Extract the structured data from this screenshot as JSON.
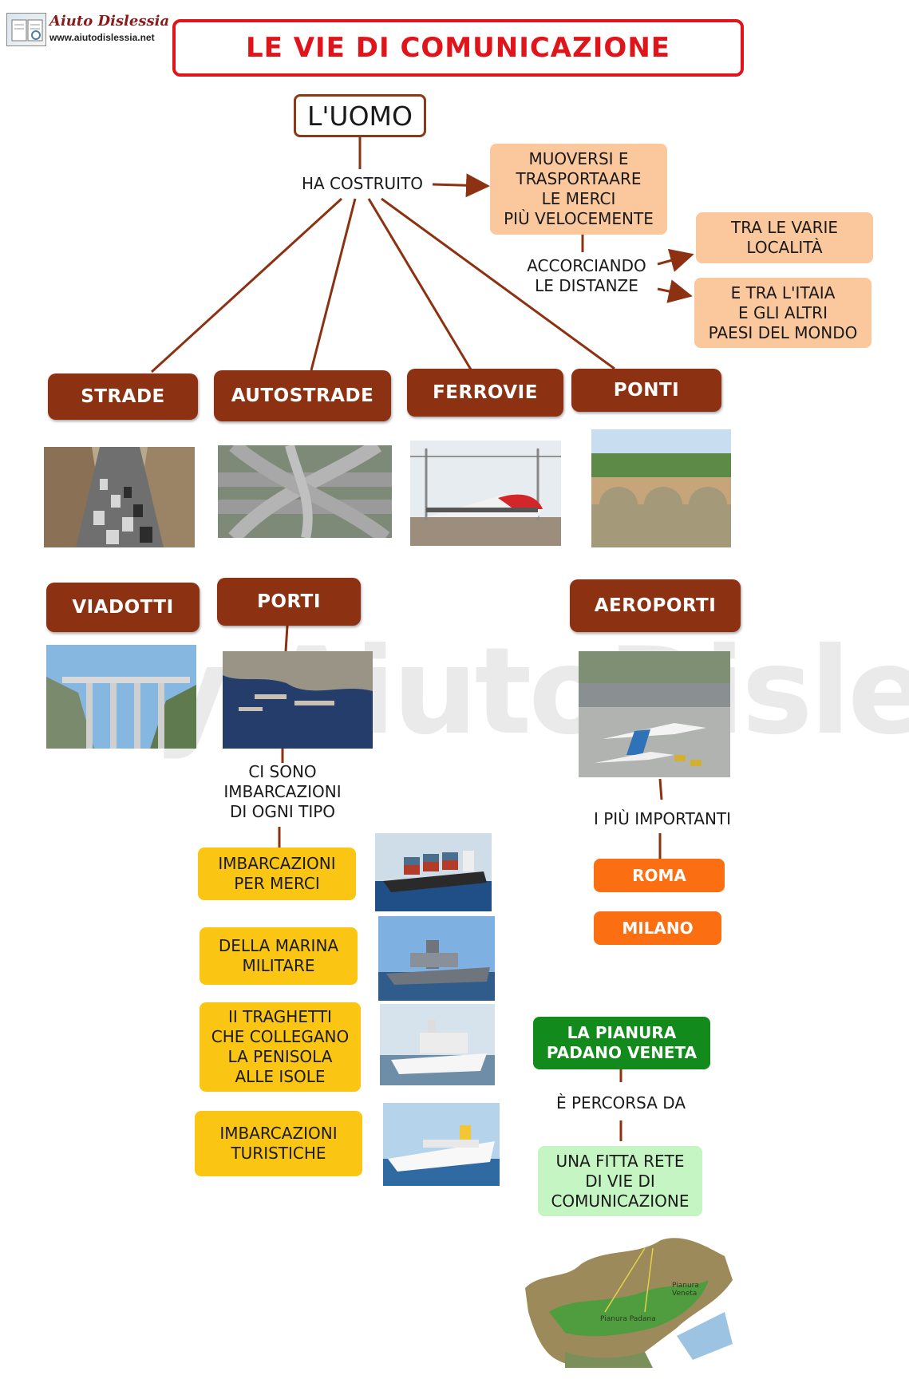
{
  "header": {
    "logo_name": "Aiuto Dislessia",
    "logo_url": "www.aiutodislessia.net",
    "title": "LE VIE DI COMUNICAZIONE"
  },
  "watermark": "By AiutoDislessia.net",
  "root": {
    "label": "L'UOMO",
    "verb": "HA COSTRUITO"
  },
  "purpose": {
    "box": "MUOVERSI E\nTRASPORTAARE\nLE MERCI\nPIÙ VELOCEMENTE",
    "connector": "ACCORCIANDO\nLE DISTANZE",
    "targets": [
      "TRA LE VARIE\nLOCALITÀ",
      "E TRA L'ITAIA\nE  GLI ALTRI\nPAESI DEL MONDO"
    ]
  },
  "categories": {
    "strade": "STRADE",
    "autostrade": "AUTOSTRADE",
    "ferrovie": "FERROVIE",
    "ponti": "PONTI",
    "viadotti": "VIADOTTI",
    "porti": "PORTI",
    "aeroporti": "AEROPORTI"
  },
  "porti_section": {
    "intro": "CI SONO\nIMBARCAZIONI\nDI OGNI TIPO",
    "types": [
      "IMBARCAZIONI\nPER MERCI",
      "DELLA MARINA\nMILITARE",
      "II TRAGHETTI\nCHE COLLEGANO\nLA PENISOLA\nALLE ISOLE",
      "IMBARCAZIONI\nTURISTICHE"
    ]
  },
  "aeroporti_section": {
    "intro": "I PIÙ IMPORTANTI",
    "cities": [
      "ROMA",
      "MILANO"
    ]
  },
  "pianura_section": {
    "title": "LA PIANURA\nPADANO VENETA",
    "verb": "È PERCORSA DA",
    "result": "UNA FITTA RETE\nDI VIE DI\nCOMUNICAZIONE",
    "map_labels": [
      "Pianura Padana",
      "Pianura\nVeneta"
    ]
  },
  "colors": {
    "title_red": "#e0141b",
    "brown": "#8c3212",
    "peach": "#fbc79c",
    "yellow": "#fbc613",
    "orange": "#fb6f12",
    "green_dark": "#138a1c",
    "green_light": "#c5f5c2"
  }
}
